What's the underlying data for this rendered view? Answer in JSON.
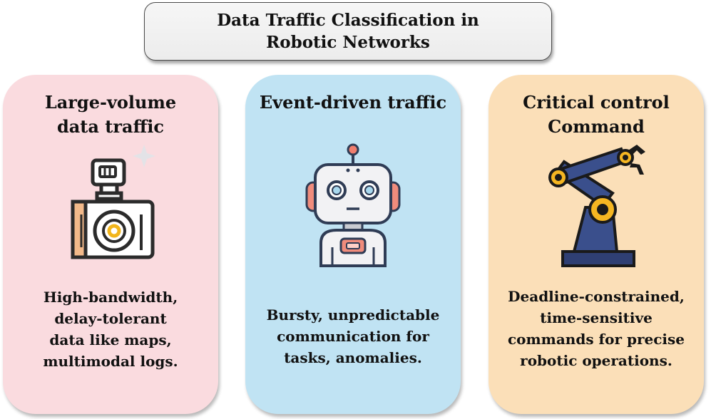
{
  "title": "Data Traffic Classification in Robotic Networks",
  "cards": [
    {
      "title": "Large-volume data traffic",
      "icon": "camera-icon",
      "description": "High-bandwidth, delay-tolerant data like maps, multimodal logs.",
      "background": "#fadbdf"
    },
    {
      "title": "Event-driven traffic",
      "icon": "robot-head-icon",
      "description": "Bursty, unpredictable communication for tasks, anomalies.",
      "background": "#c0e3f3"
    },
    {
      "title": "Critical control Command",
      "icon": "robotic-arm-icon",
      "description": "Deadline-constrained, time-sensitive commands for precise robotic operations.",
      "background": "#fbdfb8"
    }
  ]
}
